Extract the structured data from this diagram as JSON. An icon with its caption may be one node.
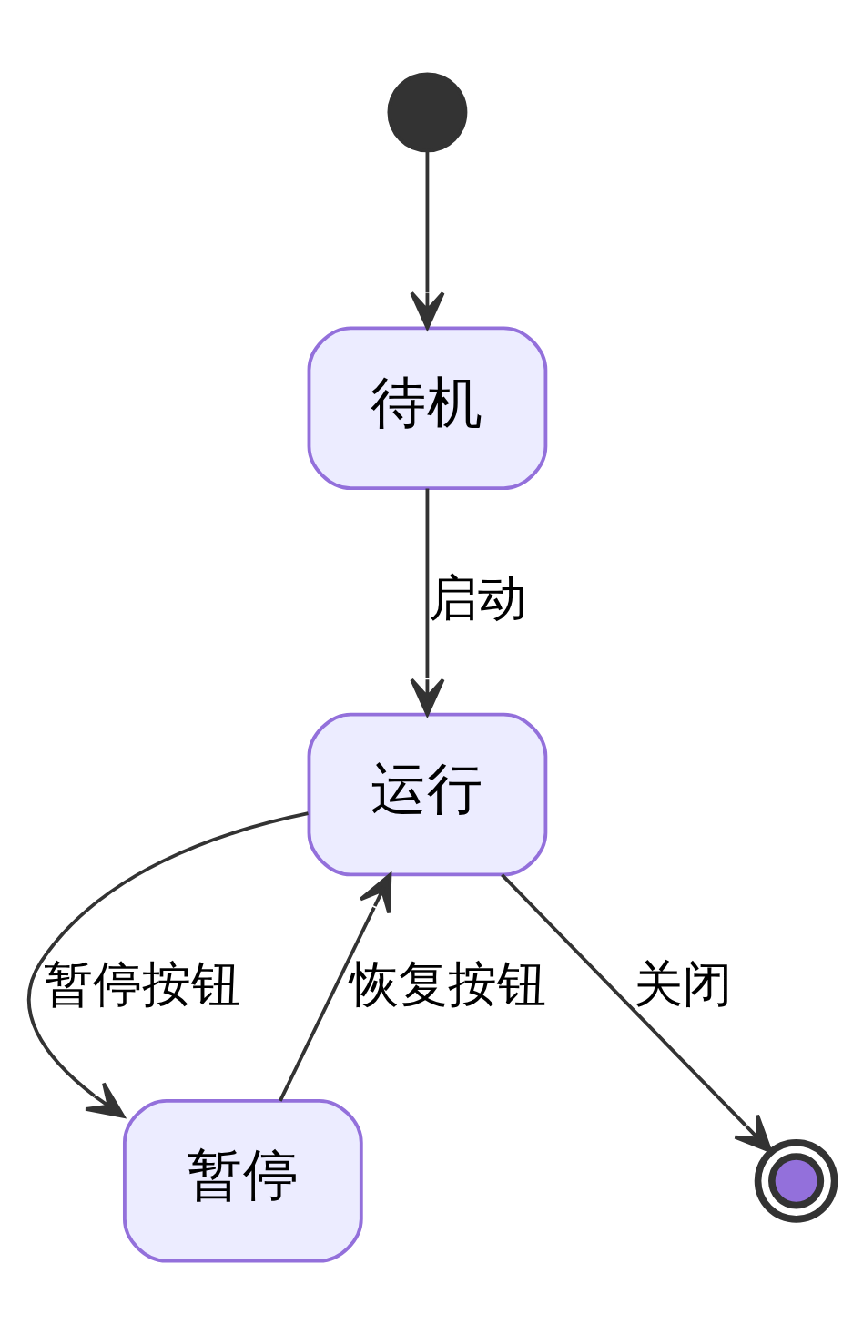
{
  "diagram": {
    "nodes": [
      {
        "text": [],
        "shape": "circle"
      },
      {
        "text": [
          "待机"
        ]
      },
      {
        "text": [
          "运行"
        ]
      },
      {
        "text": [
          "暂停"
        ]
      },
      {
        "text": [],
        "shape": "circle"
      }
    ],
    "edges": [
      {
        "from": 0,
        "to": 1,
        "arrow": "to"
      },
      {
        "from": 1,
        "to": 2,
        "label": "启动",
        "arrow": "to"
      },
      {
        "from": 2,
        "to": 3,
        "label": "暂停按钮",
        "arrow": "to"
      },
      {
        "from": 3,
        "to": 2,
        "label": "恢复按钮",
        "arrow": "to"
      },
      {
        "from": 2,
        "to": 4,
        "label": "关闭",
        "arrow": "to"
      }
    ]
  }
}
